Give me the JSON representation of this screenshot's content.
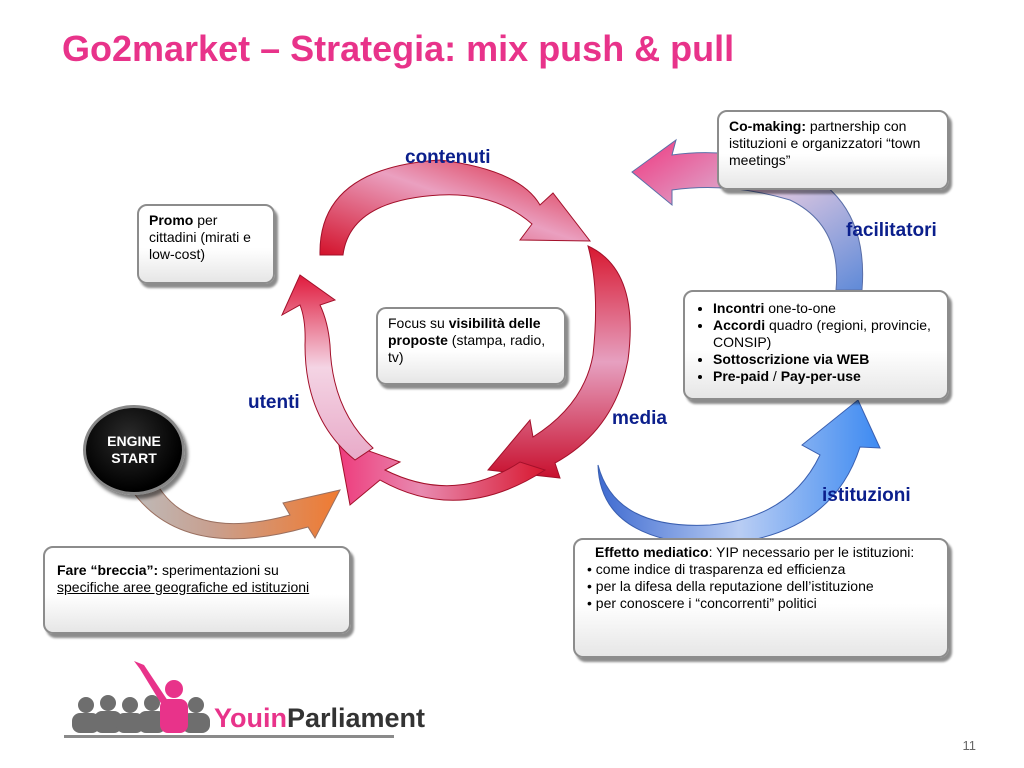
{
  "title": "Go2market – Strategia: mix push & pull",
  "labels": {
    "contenuti": "contenuti",
    "facilitatori": "facilitatori",
    "utenti": "utenti",
    "media": "media",
    "istituzioni": "istituzioni"
  },
  "engine": {
    "line1": "ENGINE",
    "line2": "START"
  },
  "boxes": {
    "comaking": {
      "bold": "Co-making:",
      "text": " partnership con istituzioni e organizzatori “town meetings”"
    },
    "promo": {
      "bold": "Promo",
      "text": " per cittadini (mirati e low-cost)"
    },
    "focus": {
      "pre": "Focus su ",
      "bold": "visibilità delle proposte",
      "post": " (stampa, radio, tv)"
    },
    "incontri": {
      "b1_bold": "Incontri",
      "b1_text": " one-to-one",
      "b2_bold": "Accordi",
      "b2_text": " quadro (regioni, provincie, CONSIP)",
      "b3_bold": "Sottoscrizione via WEB",
      "b4_bold1": "Pre-paid",
      "b4_sep": " / ",
      "b4_bold2": "Pay-per-use"
    },
    "breccia": {
      "bold": "Fare “breccia”:",
      "text": " sperimentazioni su ",
      "underline": "specifiche aree geografiche ed istituzioni"
    },
    "effetto": {
      "bold": "Effetto mediatico",
      "text": ": YIP necessario per le istituzioni:",
      "items": [
        "come indice di trasparenza ed efficienza",
        "per la difesa della reputazione dell’istituzione",
        "per conoscere i “concorrenti” politici"
      ]
    }
  },
  "logo": {
    "you": "Youin",
    "parl": "Parliament"
  },
  "page_number": "11",
  "colors": {
    "title": "#e8338a",
    "label": "#0b1f8c",
    "arrow_red": "#d81830",
    "arrow_blue": "#2f6ee8",
    "arrow_orange": "#f07a30"
  }
}
